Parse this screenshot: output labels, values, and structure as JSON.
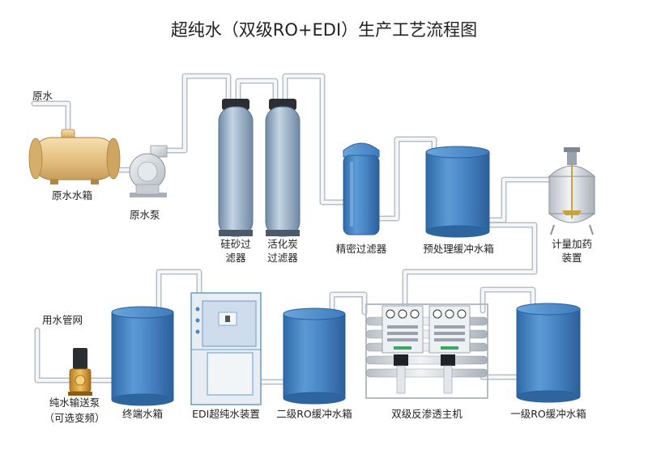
{
  "title": "超纯水（双级RO+EDI）生产工艺流程图",
  "labels": {
    "raw_water": "原水",
    "raw_tank": "原水水箱",
    "raw_pump": "原水泵",
    "sand_filter_1": "硅砂过",
    "sand_filter_2": "滤器",
    "carbon_filter_1": "活化炭",
    "carbon_filter_2": "过滤器",
    "precision_filter": "精密过滤器",
    "pre_buffer_tank": "预处理缓冲水箱",
    "dosing_1": "计量加药",
    "dosing_2": "装置",
    "use_network": "用水管网",
    "supply_pump_1": "纯水输送泵",
    "supply_pump_2": "（可选变频）",
    "terminal_tank": "终端水箱",
    "edi_device": "EDI超纯水装置",
    "ro2_tank": "二级RO缓冲水箱",
    "ro_main": "双级反渗透主机",
    "ro1_tank": "一级RO缓冲水箱"
  },
  "colors": {
    "tank_blue": "#3f7fc2",
    "filter_steel": "#8fa9c2",
    "raw_tank_tan": "#e8c88a",
    "pipe": "#b9bfc6",
    "valve_brass": "#d9a441"
  },
  "icons": [
    "raw-water-tank-icon",
    "centrifugal-pump-icon",
    "pressure-vessel-icon",
    "cartridge-filter-icon",
    "storage-tank-icon",
    "dosing-reactor-icon",
    "edi-module-icon",
    "ro-skid-icon",
    "booster-pump-icon"
  ]
}
